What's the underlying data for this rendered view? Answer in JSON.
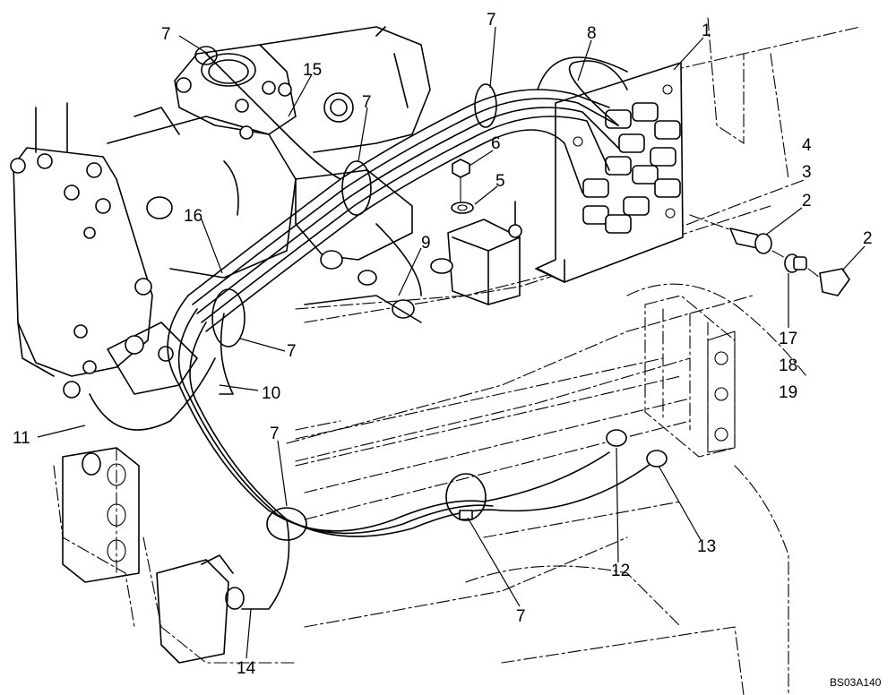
{
  "diagram": {
    "reference_code": "BS03A140",
    "callouts": [
      {
        "id": "c1",
        "text": "1"
      },
      {
        "id": "c2a",
        "text": "2"
      },
      {
        "id": "c2b",
        "text": "2"
      },
      {
        "id": "c3",
        "text": "3"
      },
      {
        "id": "c4",
        "text": "4"
      },
      {
        "id": "c5",
        "text": "5"
      },
      {
        "id": "c6",
        "text": "6"
      },
      {
        "id": "c7a",
        "text": "7"
      },
      {
        "id": "c7b",
        "text": "7"
      },
      {
        "id": "c7c",
        "text": "7"
      },
      {
        "id": "c7d",
        "text": "7"
      },
      {
        "id": "c7e",
        "text": "7"
      },
      {
        "id": "c7f",
        "text": "7"
      },
      {
        "id": "c8",
        "text": "8"
      },
      {
        "id": "c9",
        "text": "9"
      },
      {
        "id": "c10",
        "text": "10"
      },
      {
        "id": "c11",
        "text": "11"
      },
      {
        "id": "c12",
        "text": "12"
      },
      {
        "id": "c13",
        "text": "13"
      },
      {
        "id": "c14",
        "text": "14"
      },
      {
        "id": "c15",
        "text": "15"
      },
      {
        "id": "c16",
        "text": "16"
      },
      {
        "id": "c17",
        "text": "17"
      },
      {
        "id": "c18",
        "text": "18"
      },
      {
        "id": "c19",
        "text": "19"
      }
    ]
  }
}
